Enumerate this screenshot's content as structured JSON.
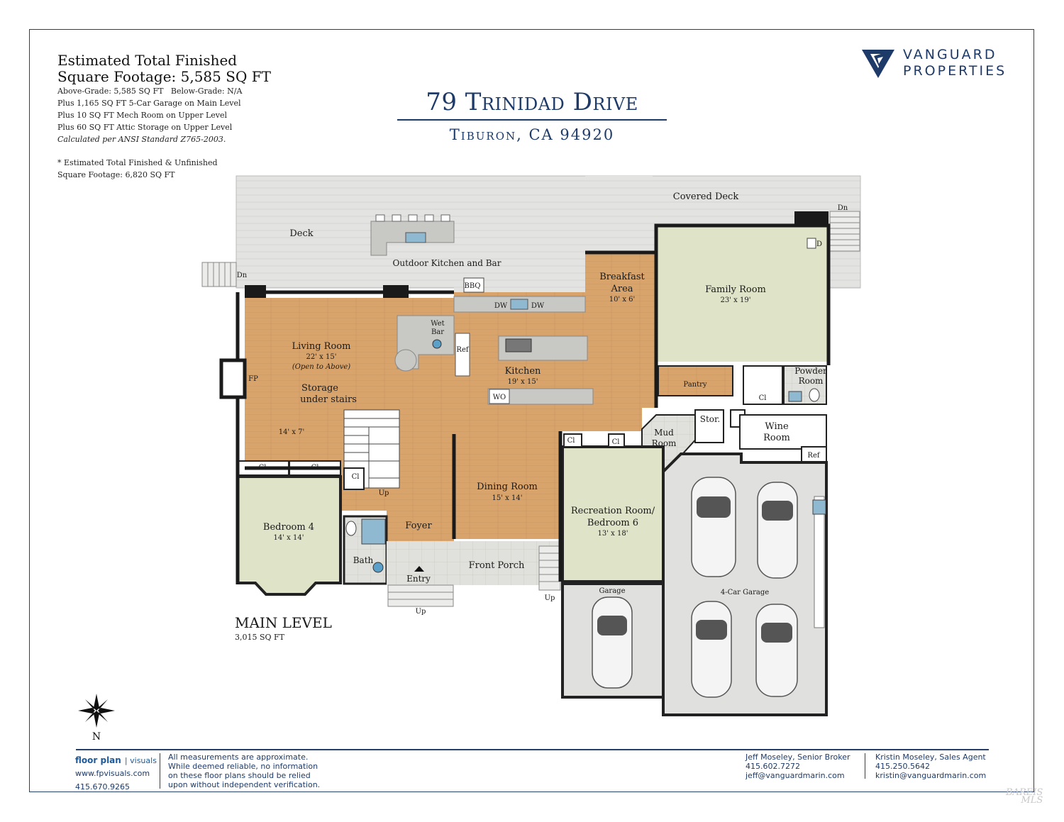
{
  "sqft_block": {
    "heading_line1": "Estimated Total Finished",
    "heading_line2": "Square Footage: 5,585 SQ FT",
    "line1": "Above-Grade: 5,585 SQ FT   Below-Grade: N/A",
    "line2": "Plus 1,165 SQ FT 5-Car Garage on Main Level",
    "line3": "Plus 10 SQ FT Mech Room on Upper Level",
    "line4": "Plus 60 SQ FT Attic Storage on Upper Level",
    "line5": "Calculated per ANSI Standard Z765-2003.",
    "note1": "* Estimated Total Finished & Unfinished",
    "note2": "Square Footage: 6,820 SQ FT"
  },
  "title": "79 Trinidad Drive",
  "subtitle": "Tiburon, CA 94920",
  "logo": {
    "line1": "VANGUARD",
    "line2": "PROPERTIES"
  },
  "colors": {
    "navy": "#1e3a68",
    "wood": "#d7a26a",
    "carpet": "#dfe3c8",
    "tile": "#dcdcd8",
    "deck": "#e3e4e1",
    "wall": "#1a1a1a"
  },
  "rooms": {
    "deck": "Deck",
    "covered_deck": "Covered Deck",
    "outdoor_kitchen": "Outdoor Kitchen and Bar",
    "bbq": "BBQ",
    "dn_left": "Dn",
    "dn_right": "Dn",
    "breakfast_l1": "Breakfast",
    "breakfast_l2": "Area",
    "breakfast_dim": "10' x 6'",
    "family": "Family Room",
    "family_dim": "23' x 19'",
    "living": "Living Room",
    "living_dim": "22' x 15'",
    "living_note": "(Open to Above)",
    "wet_l1": "Wet",
    "wet_l2": "Bar",
    "ref1": "Ref",
    "kitchen": "Kitchen",
    "kitchen_dim": "19' x 15'",
    "dw1": "DW",
    "dw2": "DW",
    "wo": "WO",
    "pantry": "Pantry",
    "d": "D",
    "powder_l1": "Powder",
    "powder_l2": "Room",
    "cl_pantry": "Cl",
    "fp": "FP",
    "storage_l1": "Storage",
    "storage_l2": "under stairs",
    "storage_dim": "14' x 7'",
    "mud_l1": "Mud",
    "mud_l2": "Room",
    "stor": "Stor.",
    "wine_l1": "Wine",
    "wine_l2": "Room",
    "ref2": "Ref",
    "cl1": "Cl",
    "cl2": "Cl",
    "cl3": "Cl",
    "cl4": "Cl",
    "cl5": "Cl",
    "up_stairs": "Up",
    "dining": "Dining Room",
    "dining_dim": "15' x 14'",
    "rec_l1": "Recreation Room/",
    "rec_l2": "Bedroom 6",
    "rec_dim": "13' x 18'",
    "bedroom4": "Bedroom 4",
    "bedroom4_dim": "14' x 14'",
    "foyer": "Foyer",
    "bath": "Bath",
    "front_porch": "Front Porch",
    "entry": "Entry",
    "up_entry": "Up",
    "up_porch": "Up",
    "garage": "Garage",
    "garage4": "4-Car Garage"
  },
  "level": {
    "name": "MAIN LEVEL",
    "sqft": "3,015 SQ FT"
  },
  "compass": {
    "label": "N"
  },
  "footer": {
    "brand_bold": "floor plan",
    "brand_light": "| visuals",
    "website": "www.fpvisuals.com",
    "phone": "415.670.9265",
    "disclaimer1": "All measurements are approximate.",
    "disclaimer2": "While deemed reliable, no information",
    "disclaimer3": "on these floor plans should be relied",
    "disclaimer4": "upon without independent verification.",
    "agent1_name": "Jeff Moseley, Senior Broker",
    "agent1_phone": "415.602.7272",
    "agent1_email": "jeff@vanguardmarin.com",
    "agent2_name": "Kristin Moseley, Sales Agent",
    "agent2_phone": "415.250.5642",
    "agent2_email": "kristin@vanguardmarin.com",
    "mls_l1": "BAREIS",
    "mls_l2": "MLS"
  }
}
